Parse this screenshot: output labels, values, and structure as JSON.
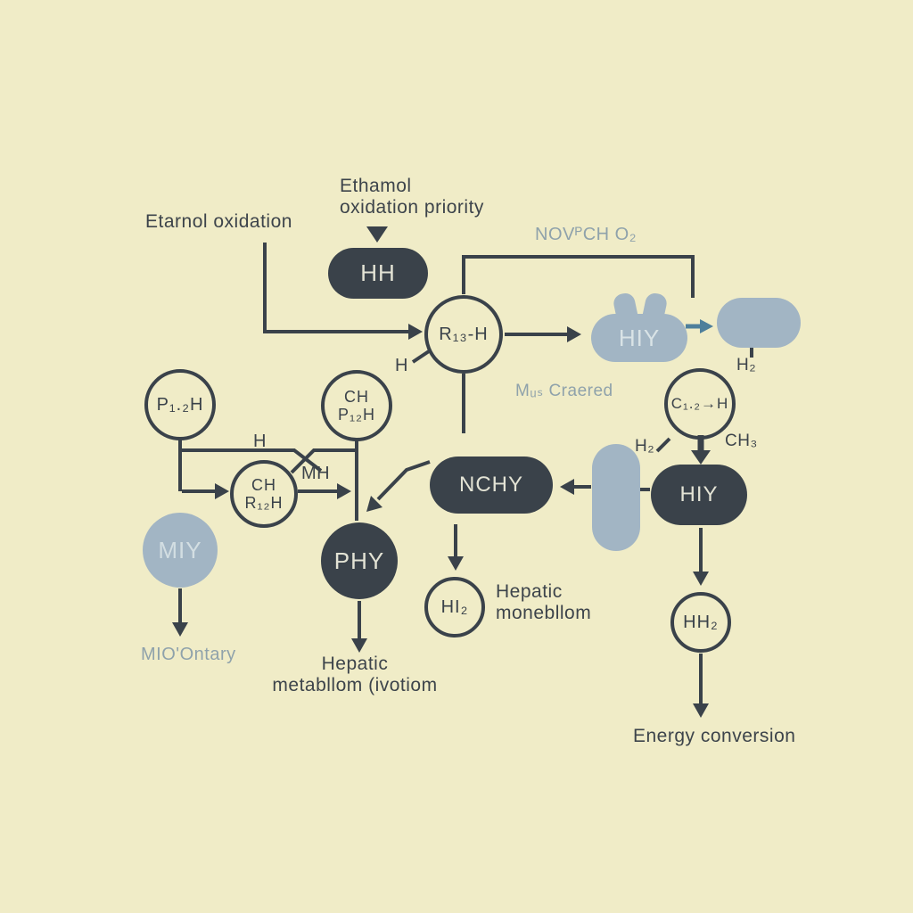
{
  "colors": {
    "background": "#f0ecc7",
    "ink": "#3a424a",
    "blue_shape": "#a2b5c4",
    "muted_label": "#8fa2ab",
    "teal_arrow": "#4e7f9b",
    "light_text_on_dark": "#e3e3d5"
  },
  "labels": {
    "etarnol_oxidation": "Etarnol oxidation",
    "ethanol_priority_l1": "Ethamol",
    "ethanol_priority_l2": "oxidation priority",
    "nov_cho2": "NOVᴾCH O₂",
    "h_near_r13h": "H",
    "mus_craered": "Mᵤₛ Craered",
    "h2_below_blue_pill": "H₂",
    "h_mid_left": "H",
    "mh": "MH",
    "h2_left_of_c12h": "H₂",
    "ch3": "CH₃",
    "mio_ontary": "MIO'Ontary",
    "hepatic_metab_l1": "Hepatic",
    "hepatic_metab_l2": "metabllom (ivotiom",
    "hepatic_mono_l1": "Hepatic",
    "hepatic_mono_l2": "monebllom",
    "energy_conversion": "Energy conversion"
  },
  "nodes": {
    "hh_pill": "HH",
    "r13h_circle": "R₁₃-H",
    "hiy_bunny": "HIY",
    "p12h_circle": "P₁.₂H",
    "chp12h_l1": "CH",
    "chp12h_l2": "P₁₂H",
    "chr12h_l1": "CH",
    "chr12h_l2": "R₁₂H",
    "miy_circle": "MIY",
    "phy_circle": "PHY",
    "nchy_pill": "NCHY",
    "hiy_pill": "HIY",
    "hi2_circle": "HI₂",
    "hh2_circle": "HH₂",
    "c12h_circle": "C₁.₂→H"
  }
}
